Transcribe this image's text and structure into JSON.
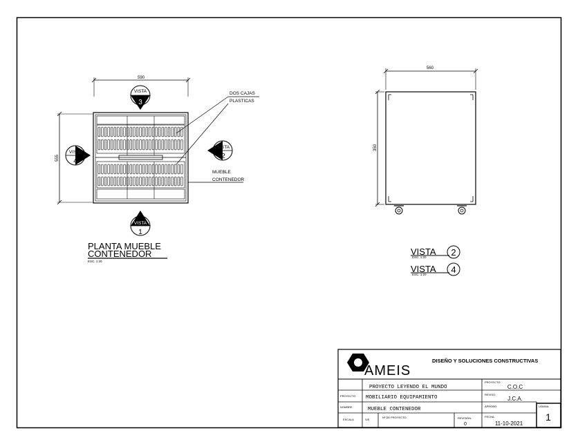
{
  "plan": {
    "dim_width": "590",
    "dim_height": "555",
    "label_boxes": "DOS CAJAS",
    "label_boxes2": "PLASTICAS",
    "label_furniture": "MUEBLE",
    "label_furniture2": "CONTENEDOR",
    "title_line1": "PLANTA MUEBLE",
    "title_line2": "CONTENEDOR",
    "scale": "ESC. 1:20"
  },
  "markers": {
    "vista_word": "VISTA",
    "n1": "1",
    "n2": "2",
    "n3": "3",
    "n4": "4"
  },
  "elevation": {
    "dim_width": "560",
    "dim_height": "350",
    "view_a_label": "VISTA",
    "view_a_num": "2",
    "view_a_scale": "ESC. 1:20",
    "view_b_label": "VISTA",
    "view_b_num": "4",
    "view_b_scale": "ESC. 1:20"
  },
  "titleblock": {
    "logo_text": "AMEIS",
    "company": "DISEÑO Y SOLUCIONES CONSTRUCTIVAS",
    "project_name": "PROYECTO LEYENDO EL MUNDO",
    "proyecto_label": "PROYECTO",
    "proyecto_value": "MOBILIARIO EQUIPAMIENTO",
    "nombre_label": "NOMBRE",
    "nombre_value": "MUEBLE CONTENEDOR",
    "escala_label": "ESCALA",
    "escala_value": "S/E",
    "num_proyecto_label": "Nº DE PROYECTO:",
    "revision_label": "REVISIÓN:",
    "revision_value": "0",
    "proyecto_label2": "PROYECTO:",
    "proyecto_value2": "C.O.C",
    "reviso_label": "REVISO:",
    "reviso_value": "J.C.A.",
    "aprobo_label": "APROBO:",
    "fecha_label": "FECHA:",
    "fecha_value": "11-10-2021",
    "lamina_label": "LÁMINA:",
    "lamina_value": "1"
  }
}
